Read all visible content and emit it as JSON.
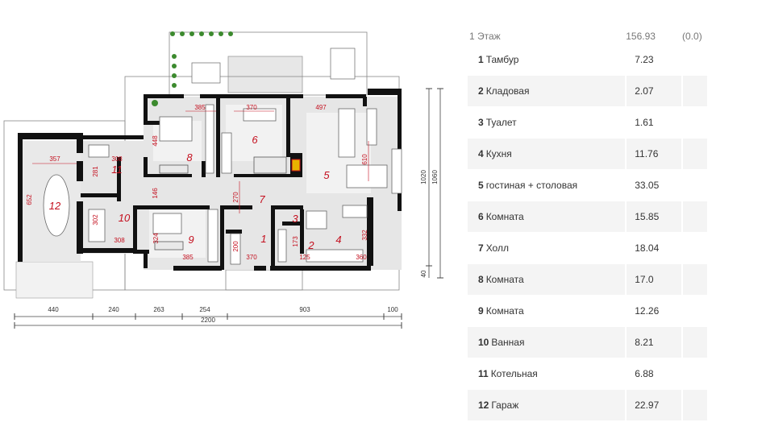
{
  "floor": {
    "label": "1 Этаж",
    "total": "156.93",
    "extra": "(0.0)"
  },
  "rooms": [
    {
      "num": "1",
      "name": "Тамбур",
      "area": "7.23"
    },
    {
      "num": "2",
      "name": "Кладовая",
      "area": "2.07"
    },
    {
      "num": "3",
      "name": "Туалет",
      "area": "1.61"
    },
    {
      "num": "4",
      "name": "Кухня",
      "area": "11.76"
    },
    {
      "num": "5",
      "name": "гостиная + столовая",
      "area": "33.05"
    },
    {
      "num": "6",
      "name": "Комната",
      "area": "15.85"
    },
    {
      "num": "7",
      "name": "Холл",
      "area": "18.04"
    },
    {
      "num": "8",
      "name": "Комната",
      "area": "17.0"
    },
    {
      "num": "9",
      "name": "Комната",
      "area": "12.26"
    },
    {
      "num": "10",
      "name": "Ванная",
      "area": "8.21"
    },
    {
      "num": "11",
      "name": "Котельная",
      "area": "6.88"
    },
    {
      "num": "12",
      "name": "Гараж",
      "area": "22.97"
    }
  ],
  "plan": {
    "room_labels": [
      "1",
      "2",
      "3",
      "4",
      "5",
      "6",
      "7",
      "8",
      "9",
      "10",
      "11",
      "12"
    ],
    "inner_dims": [
      "385",
      "370",
      "497",
      "448",
      "308",
      "357",
      "281",
      "146",
      "270",
      "610",
      "302",
      "308",
      "324",
      "385",
      "200",
      "370",
      "173",
      "125",
      "360",
      "332",
      "652"
    ],
    "outer_dims_bottom": [
      "440",
      "240",
      "263",
      "254",
      "903",
      "100"
    ],
    "total_width": "2200",
    "outer_dims_right": [
      "1020",
      "1060",
      "40"
    ]
  }
}
